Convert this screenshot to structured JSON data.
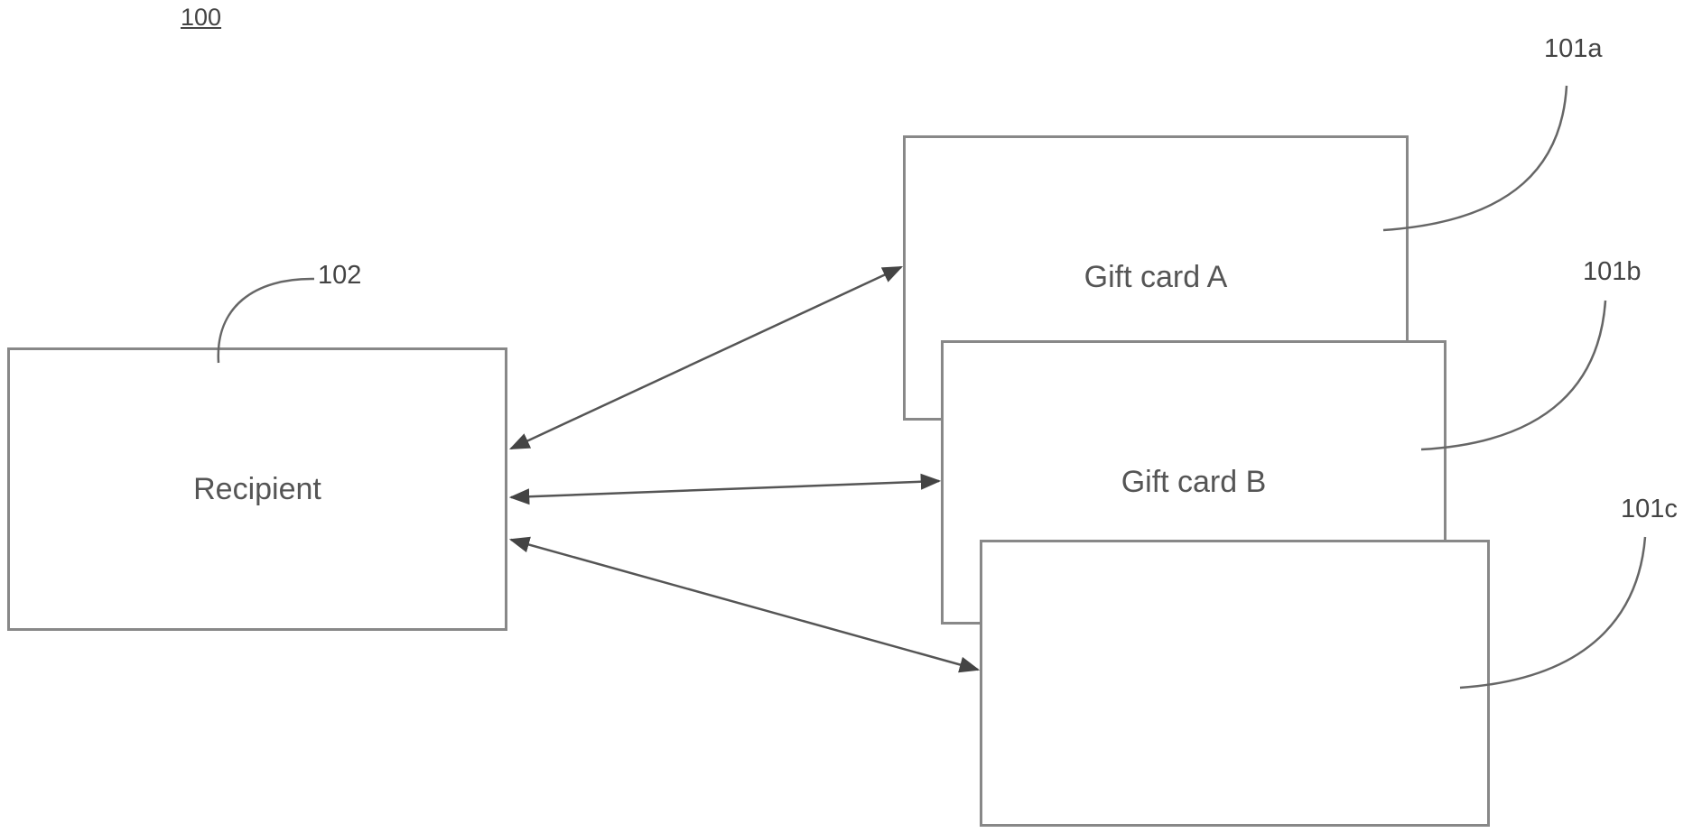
{
  "figure": {
    "number": "100"
  },
  "recipient": {
    "label": "Recipient",
    "ref": "102"
  },
  "cards": [
    {
      "label": "Gift card A",
      "ref": "101a"
    },
    {
      "label": "Gift card B",
      "ref": "101b"
    },
    {
      "label": "",
      "ref": "101c"
    }
  ]
}
